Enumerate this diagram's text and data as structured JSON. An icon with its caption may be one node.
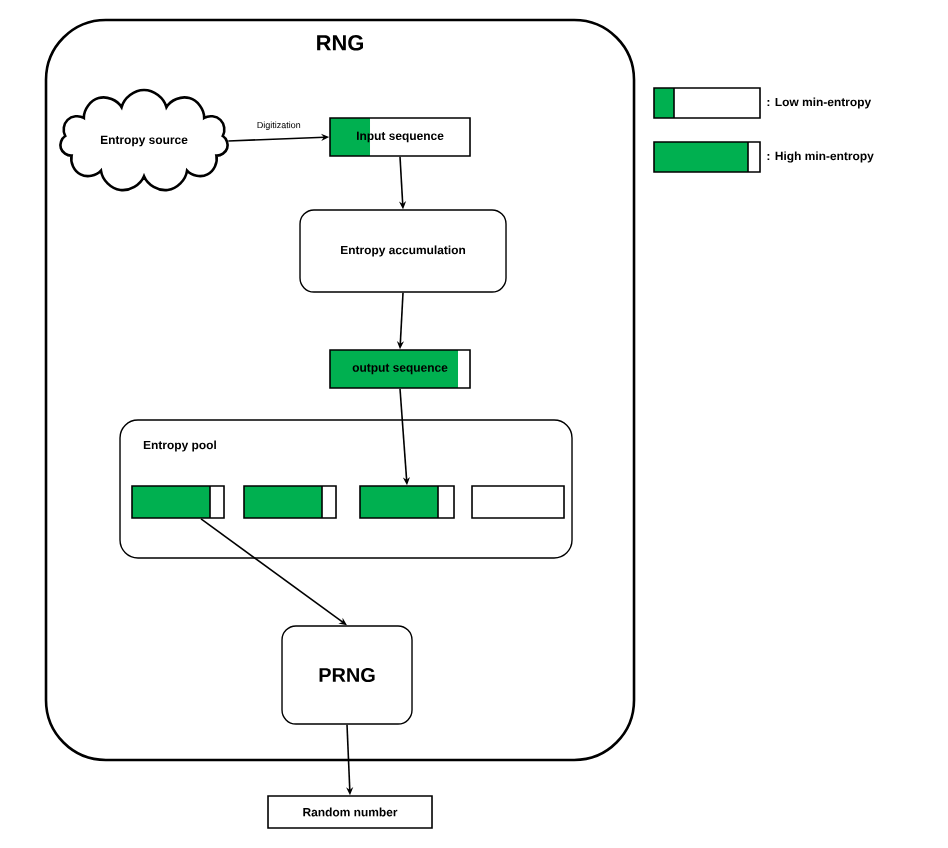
{
  "diagram": {
    "nodes": [
      {
        "text": [
          "RNG"
        ]
      },
      {
        "text": [
          "Entropy source"
        ],
        "in": 0
      },
      {
        "text": [
          "Input sequence"
        ],
        "in": 0
      },
      {
        "text": [
          "Entropy accumulation"
        ],
        "in": 0
      },
      {
        "text": [
          "output sequence"
        ],
        "in": 0
      },
      {
        "text": [
          "Entropy pool"
        ],
        "in": 0
      },
      {
        "text": [],
        "shape": "bar",
        "in": 5
      },
      {
        "text": [],
        "shape": "bar",
        "in": 5
      },
      {
        "text": [],
        "shape": "bar",
        "in": 5
      },
      {
        "text": [],
        "shape": "bar",
        "in": 5
      },
      {
        "text": [
          "PRNG"
        ],
        "in": 0
      },
      {
        "text": [
          "Random number"
        ]
      }
    ],
    "edges": [
      {
        "from": 1,
        "to": 2,
        "arrow": "to",
        "label": "Digitization"
      },
      {
        "from": 2,
        "to": 3,
        "arrow": "to"
      },
      {
        "from": 3,
        "to": 4,
        "arrow": "to"
      },
      {
        "from": 4,
        "to": 8,
        "arrow": "to"
      },
      {
        "from": 6,
        "to": 10,
        "arrow": "to"
      },
      {
        "from": 10,
        "to": 11,
        "arrow": "to"
      }
    ],
    "legend": [
      {
        "text": ": Low min-entropy"
      },
      {
        "text": ": High min-entropy"
      }
    ]
  }
}
